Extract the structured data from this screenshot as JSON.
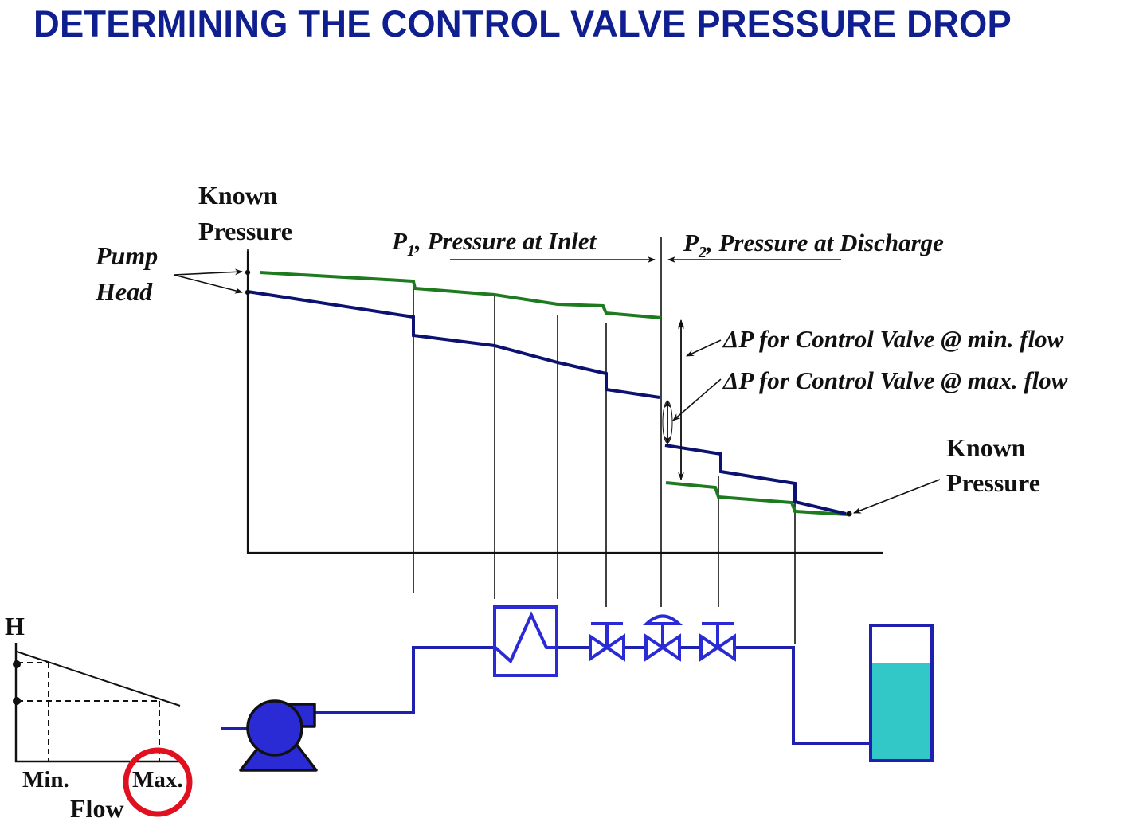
{
  "title": "DETERMINING THE CONTROL VALVE PRESSURE DROP",
  "labels": {
    "known_pressure_start_l1": "Known",
    "known_pressure_start_l2": "Pressure",
    "pump_head_l1": "Pump",
    "pump_head_l2": "Head",
    "p1": "P",
    "p1_sub": "1",
    "p1_text": ", Pressure at Inlet",
    "p2": "P",
    "p2_sub": "2",
    "p2_text": ", Pressure at Discharge",
    "dp_min": "ΔP for Control Valve @ min. flow",
    "dp_max": "ΔP for Control Valve @ max. flow",
    "known_pressure_end_l1": "Known",
    "known_pressure_end_l2": "Pressure"
  },
  "pump_curve": {
    "y_axis_label": "H",
    "x_axis_label": "Flow",
    "x_tick_min": "Min.",
    "x_tick_max": "Max.",
    "highlight": "Max."
  },
  "colors": {
    "title": "#0f1f8f",
    "min_flow_line": "#1e7a1e",
    "max_flow_line": "#0d1270",
    "equipment": "#2b2bd6",
    "pipe": "#2020b0",
    "tank_liquid": "#33c8c8",
    "highlight_circle": "#e01020"
  },
  "legend": [
    {
      "series": "min flow (green)"
    },
    {
      "series": "max flow (navy)"
    }
  ],
  "equipment": [
    "pump",
    "heat-exchanger",
    "block-valve",
    "control-valve",
    "block-valve",
    "tank"
  ]
}
